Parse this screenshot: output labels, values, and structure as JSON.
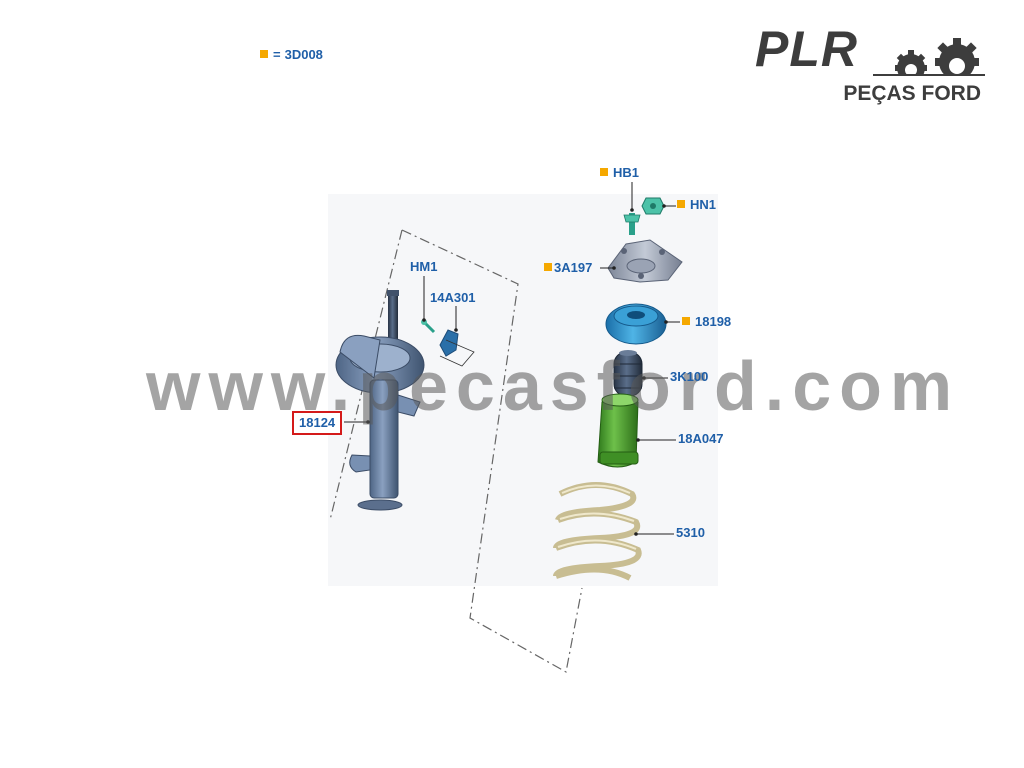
{
  "legend": {
    "marker_color": "#f5a800",
    "symbol": "=",
    "code": "3D008"
  },
  "logo": {
    "brand": "PLR",
    "subtitle": "PEÇAS FORD",
    "icon": "gears-icon",
    "color": "#3d3d3d"
  },
  "watermark": "www.pecasford.com",
  "parts": [
    {
      "code": "18124",
      "highlighted": true,
      "marked": false
    },
    {
      "code": "HM1",
      "marked": false
    },
    {
      "code": "14A301",
      "marked": false
    },
    {
      "code": "HB1",
      "marked": true
    },
    {
      "code": "HN1",
      "marked": true
    },
    {
      "code": "3A197",
      "marked": true
    },
    {
      "code": "18198",
      "marked": true
    },
    {
      "code": "3K100",
      "marked": false
    },
    {
      "code": "18A047",
      "marked": false
    },
    {
      "code": "5310",
      "marked": false
    }
  ],
  "colors": {
    "label": "#1f5fa8",
    "highlight_border": "#d41a1a",
    "marker": "#f5a800",
    "strut": "#6f86a8",
    "bump_stop": "#4a9a2e",
    "bearing": "#2a8ec8",
    "spring": "#d8cfa8",
    "mount": "#a8b0c0"
  }
}
